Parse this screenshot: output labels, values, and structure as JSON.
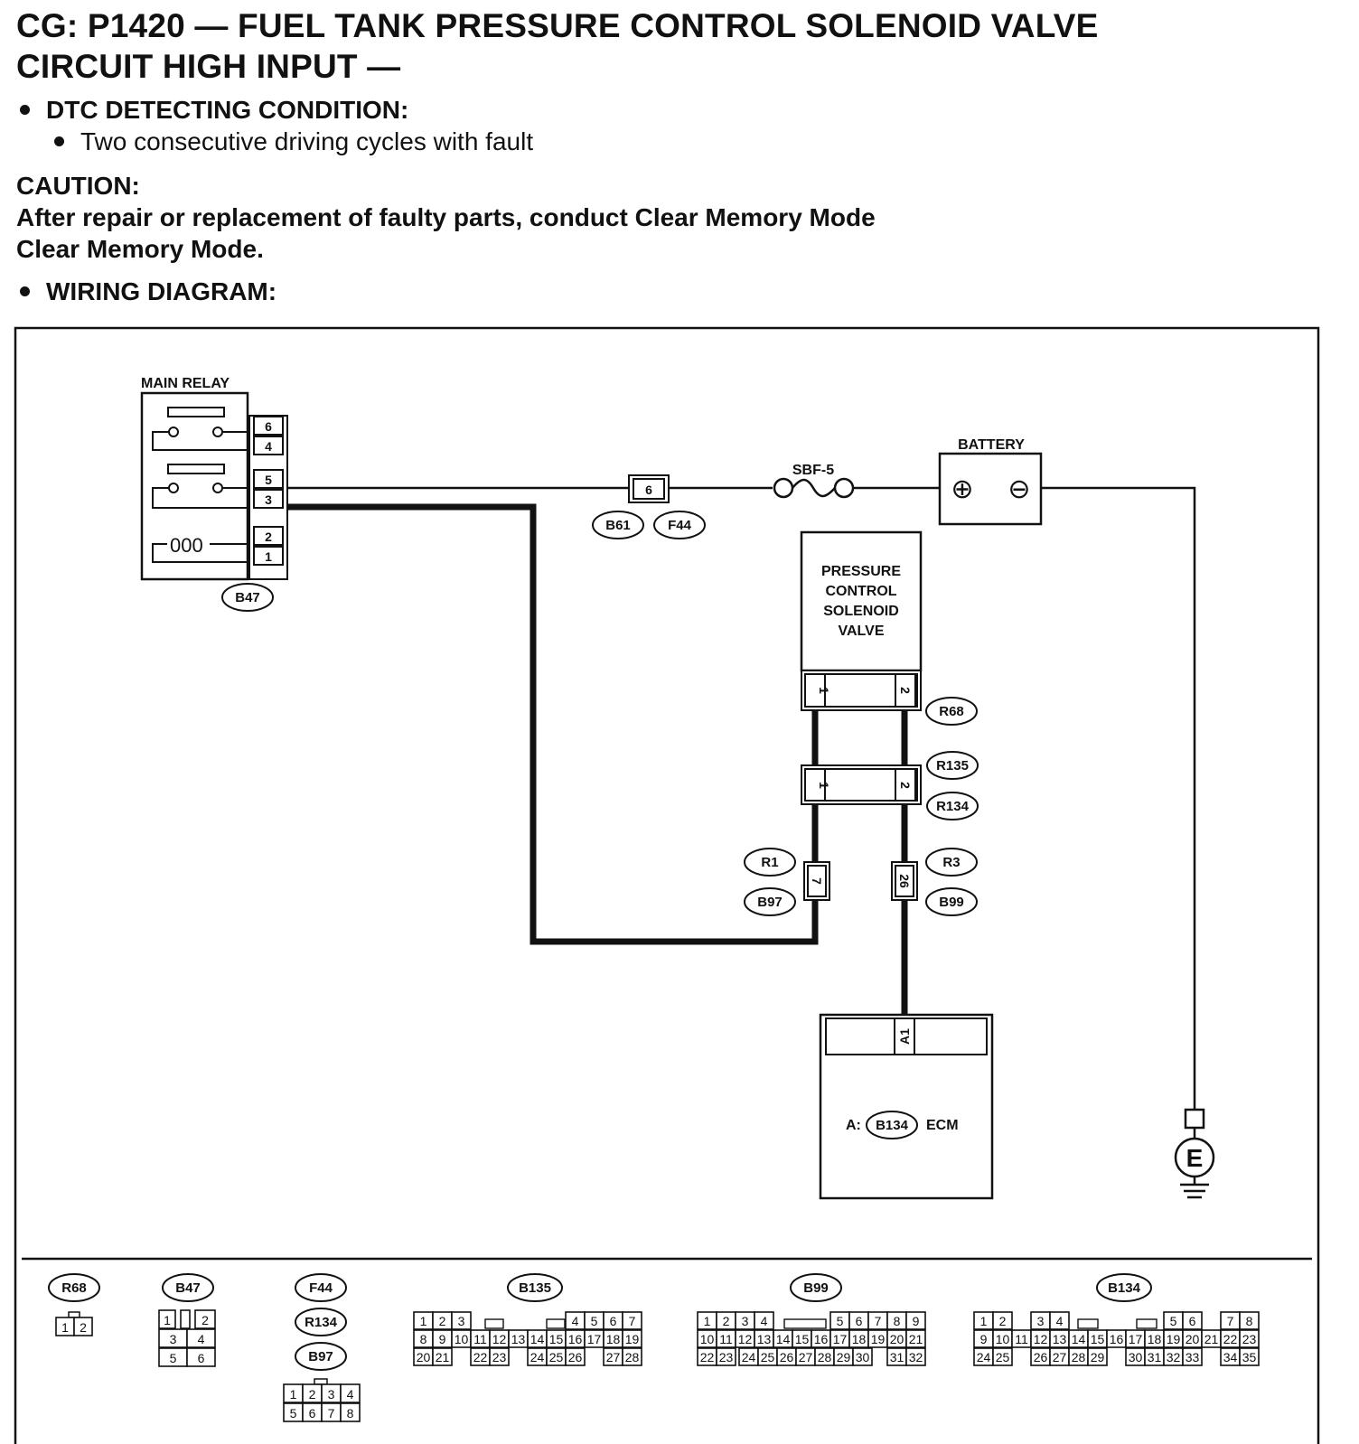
{
  "header": {
    "title_line1": "CG:  P1420 — FUEL TANK PRESSURE CONTROL SOLENOID VALVE",
    "title_line2": "CIRCUIT HIGH INPUT —"
  },
  "dtc": {
    "heading": "DTC DETECTING CONDITION:",
    "condition": "Two consecutive driving cycles with fault"
  },
  "caution": {
    "heading": "CAUTION:",
    "line1": "After repair or replacement of faulty parts, conduct Clear Memory Mode",
    "line2": "Clear Memory Mode."
  },
  "wiring": {
    "heading": "WIRING DIAGRAM:",
    "main_relay": {
      "label": "MAIN RELAY",
      "pins": [
        "6",
        "4",
        "5",
        "3",
        "2",
        "1"
      ],
      "coil": "000",
      "connector": "B47"
    },
    "fuse_connector": {
      "pin": "6",
      "connectors": [
        "B61",
        "F44"
      ]
    },
    "fuse": "SBF-5",
    "battery": {
      "label": "BATTERY",
      "plus": "⊕",
      "minus": "⊖"
    },
    "solenoid": {
      "label_lines": [
        "PRESSURE",
        "CONTROL",
        "SOLENOID",
        "VALVE"
      ],
      "pins": [
        "1",
        "2"
      ],
      "connector": "R68"
    },
    "joint": {
      "pins": [
        "1",
        "2"
      ],
      "connectors": [
        "R135",
        "R134"
      ]
    },
    "left_terminal": {
      "pin": "7",
      "connectors": [
        "R1",
        "B97"
      ]
    },
    "right_terminal": {
      "pin": "26",
      "connectors": [
        "R3",
        "B99"
      ]
    },
    "ecm": {
      "pin": "A1",
      "prefix": "A:",
      "connector": "B134",
      "label": "ECM"
    },
    "ground": "E"
  },
  "legend": {
    "r68": {
      "name": "R68",
      "pins": [
        "1",
        "2"
      ]
    },
    "b47": {
      "name": "B47",
      "rows": [
        [
          "1",
          "2"
        ],
        [
          "3",
          "4"
        ],
        [
          "5",
          "6"
        ]
      ]
    },
    "f44": {
      "names": [
        "F44",
        "R134",
        "B97"
      ],
      "rows": [
        [
          "1",
          "2",
          "3",
          "4"
        ],
        [
          "5",
          "6",
          "7",
          "8"
        ]
      ]
    },
    "b135": {
      "name": "B135",
      "row1": [
        "1",
        "2",
        "3",
        "4",
        "5",
        "6",
        "7"
      ],
      "row2": [
        "8",
        "9",
        "10",
        "11",
        "12",
        "13",
        "14",
        "15",
        "16",
        "17",
        "18",
        "19"
      ],
      "row3": [
        "20",
        "21",
        "22",
        "23",
        "24",
        "25",
        "26",
        "27",
        "28"
      ]
    },
    "b99": {
      "name": "B99",
      "row1": [
        "1",
        "2",
        "3",
        "4",
        "5",
        "6",
        "7",
        "8",
        "9"
      ],
      "row2": [
        "10",
        "11",
        "12",
        "13",
        "14",
        "15",
        "16",
        "17",
        "18",
        "19",
        "20",
        "21"
      ],
      "row3": [
        "22",
        "23",
        "24",
        "25",
        "26",
        "27",
        "28",
        "29",
        "30",
        "31",
        "32"
      ]
    },
    "b134": {
      "name": "B134",
      "row1": [
        "1",
        "2",
        "3",
        "4",
        "5",
        "6",
        "7",
        "8"
      ],
      "row2": [
        "9",
        "10",
        "11",
        "12",
        "13",
        "14",
        "15",
        "16",
        "17",
        "18",
        "19",
        "20",
        "21",
        "22",
        "23"
      ],
      "row3": [
        "24",
        "25",
        "26",
        "27",
        "28",
        "29",
        "30",
        "31",
        "32",
        "33",
        "34",
        "35"
      ]
    }
  }
}
